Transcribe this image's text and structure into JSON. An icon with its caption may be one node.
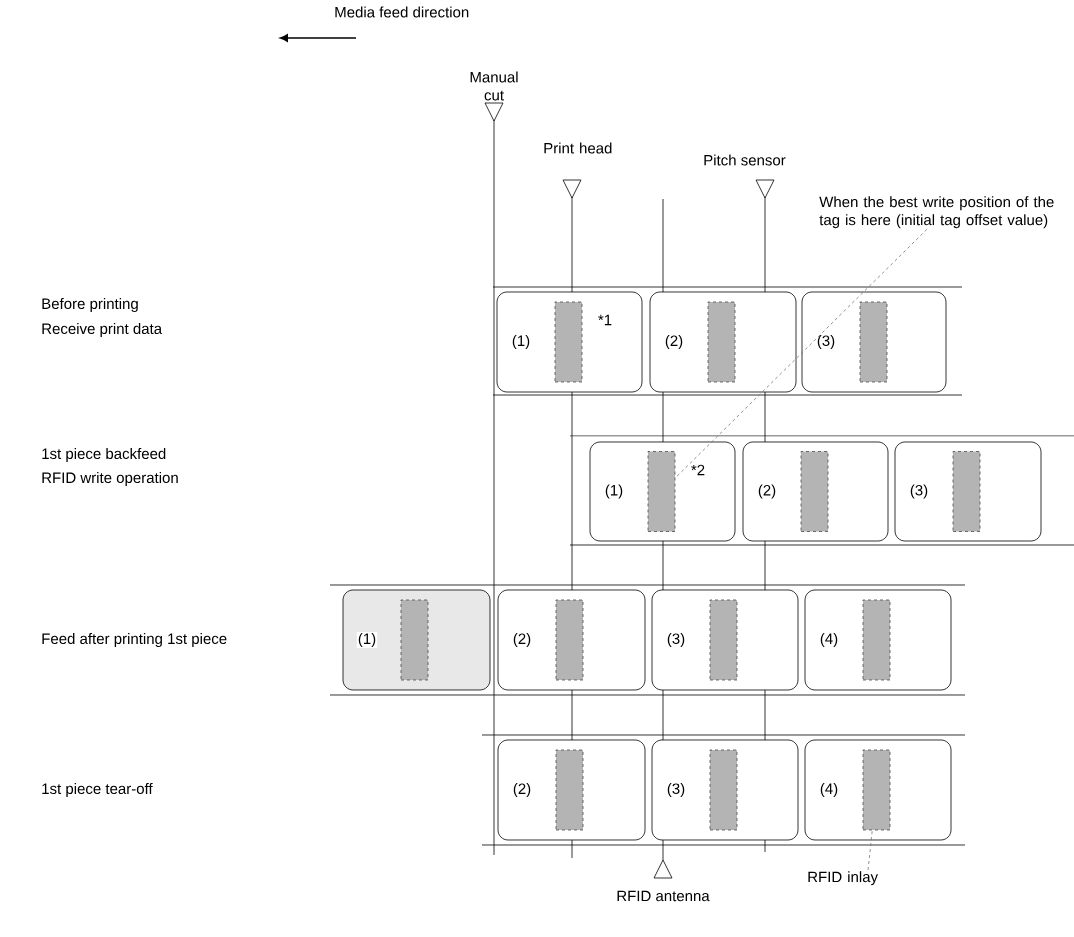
{
  "diagram": {
    "nodes": [
      {
        "text": [
          "(1)",
          "*1"
        ]
      },
      {
        "text": [],
        "shape": "bar",
        "in": 0
      },
      {
        "text": [
          "(2)"
        ]
      },
      {
        "text": [],
        "shape": "bar",
        "in": 2
      },
      {
        "text": [
          "(3)"
        ]
      },
      {
        "text": [],
        "shape": "bar",
        "in": 4
      },
      {
        "text": [
          "(1)",
          "*2"
        ]
      },
      {
        "text": [],
        "shape": "bar",
        "in": 6
      },
      {
        "text": [
          "(2)"
        ]
      },
      {
        "text": [],
        "shape": "bar",
        "in": 8
      },
      {
        "text": [
          "(3)"
        ]
      },
      {
        "text": [],
        "shape": "bar",
        "in": 10
      },
      {
        "text": [
          "(1)"
        ]
      },
      {
        "text": [],
        "shape": "bar",
        "in": 12
      },
      {
        "text": [
          "(2)"
        ]
      },
      {
        "text": [],
        "shape": "bar",
        "in": 14
      },
      {
        "text": [
          "(3)"
        ]
      },
      {
        "text": [],
        "shape": "bar",
        "in": 16
      },
      {
        "text": [
          "(4)"
        ]
      },
      {
        "text": [],
        "shape": "bar",
        "in": 18
      },
      {
        "text": [
          "(2)"
        ]
      },
      {
        "text": [],
        "shape": "bar",
        "in": 20
      },
      {
        "text": [
          "(3)"
        ]
      },
      {
        "text": [],
        "shape": "bar",
        "in": 22
      },
      {
        "text": [
          "(4)"
        ]
      },
      {
        "text": [],
        "shape": "bar",
        "in": 24
      },
      {
        "text": [
          "When the best write position of the tag is here (initial tag offset value)"
        ]
      },
      {
        "text": [
          "RFID inlay"
        ]
      }
    ],
    "edges": [
      {
        "from": 26,
        "to": 7,
        "arrow": "none",
        "style": "dashed"
      },
      {
        "from": 27,
        "to": 25,
        "arrow": "none",
        "style": "dashed"
      }
    ],
    "labels": [
      "Media feed direction",
      "Manual cut",
      "Print head",
      "Pitch sensor",
      "Before printing",
      "Receive print data",
      "1st piece backfeed",
      "RFID write operation",
      "Feed after printing 1st piece",
      "1st piece tear-off",
      "RFID antenna"
    ]
  }
}
